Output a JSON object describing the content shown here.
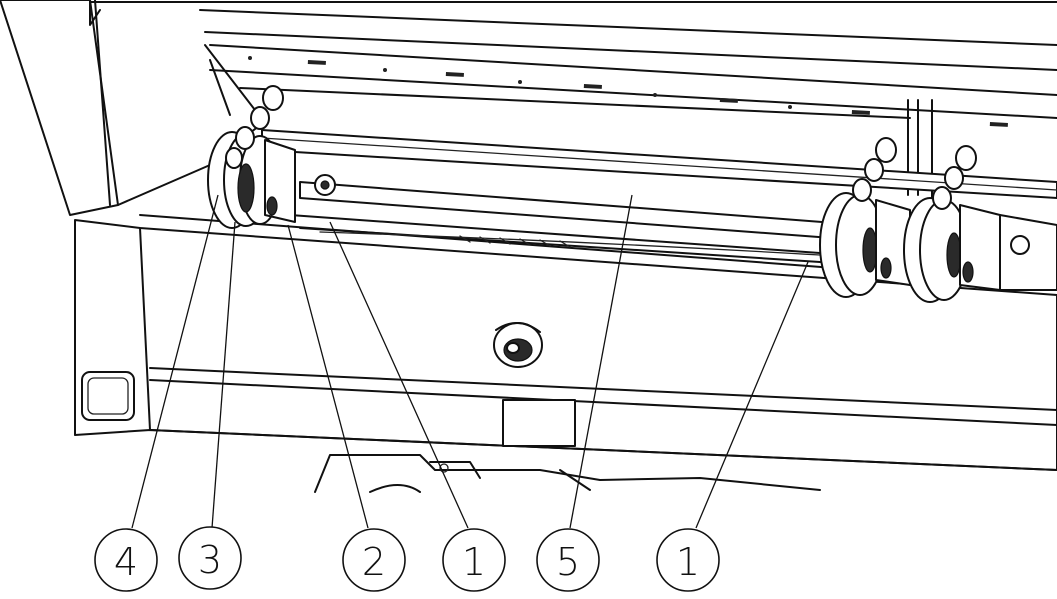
{
  "callouts": [
    {
      "id": "c4",
      "label": "4"
    },
    {
      "id": "c3",
      "label": "3"
    },
    {
      "id": "c2",
      "label": "2"
    },
    {
      "id": "c1a",
      "label": "1"
    },
    {
      "id": "c5",
      "label": "5"
    },
    {
      "id": "c1b",
      "label": "1"
    }
  ],
  "colors": {
    "line": "#111111",
    "background": "#ffffff",
    "shade": "#2a2a2a"
  }
}
